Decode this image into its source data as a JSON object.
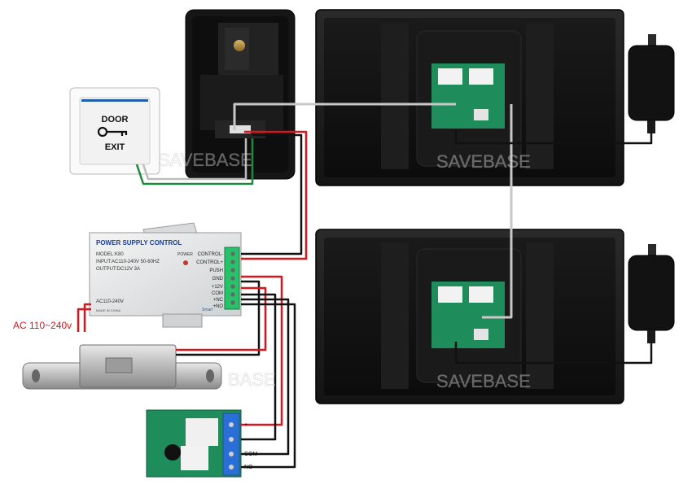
{
  "watermark": "SAVEBASE",
  "watermark_partial": "BASE",
  "door_exit_button": {
    "line1": "DOOR",
    "line2": "EXIT"
  },
  "power_supply": {
    "title": "POWER SUPPLY CONTROL",
    "power_label": "POWER",
    "spec_lines": [
      "MODEL:K80",
      "INPUT:AC110-240V   50-60HZ",
      "OUTPUT:DC12V   3A"
    ],
    "input_label": "AC110-240V",
    "made_in": "MADE IN CHINA",
    "brand": "Smart",
    "terminals": [
      "CONTROL-",
      "CONTROL+",
      "PUSH",
      "GND",
      "+12V",
      "COM",
      "+NC",
      "+NO"
    ]
  },
  "ac_input_label": "AC 110~240v",
  "relay_module": {
    "terminals": [
      "+",
      "-",
      "COM",
      "NO"
    ]
  },
  "colors": {
    "wire_red": "#d8161b",
    "wire_black": "#111111",
    "wire_gray": "#c8c8c8",
    "wire_green": "#1c8a3a",
    "board_green": "#1f8c5c"
  },
  "icons": [
    "key-icon",
    "power-adapter-icon",
    "camera-lens-icon",
    "terminal-block-icon"
  ]
}
